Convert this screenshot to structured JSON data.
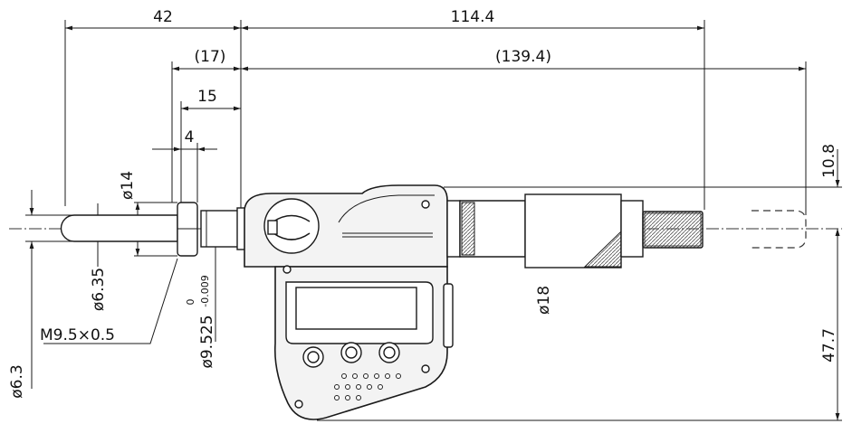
{
  "dimensions": {
    "d42": "42",
    "d114_4": "114.4",
    "d17": "(17)",
    "d139_4": "(139.4)",
    "d15": "15",
    "d4": "4",
    "d14": "ø14",
    "d6_35": "ø6.35",
    "thread": "M9.5×0.5",
    "d9_525": "ø9.525",
    "tol_upper": "0",
    "tol_lower": "-0.009",
    "d6_3": "ø6.3",
    "d18": "ø18",
    "d10_8": "10.8",
    "d47_7": "47.7"
  }
}
